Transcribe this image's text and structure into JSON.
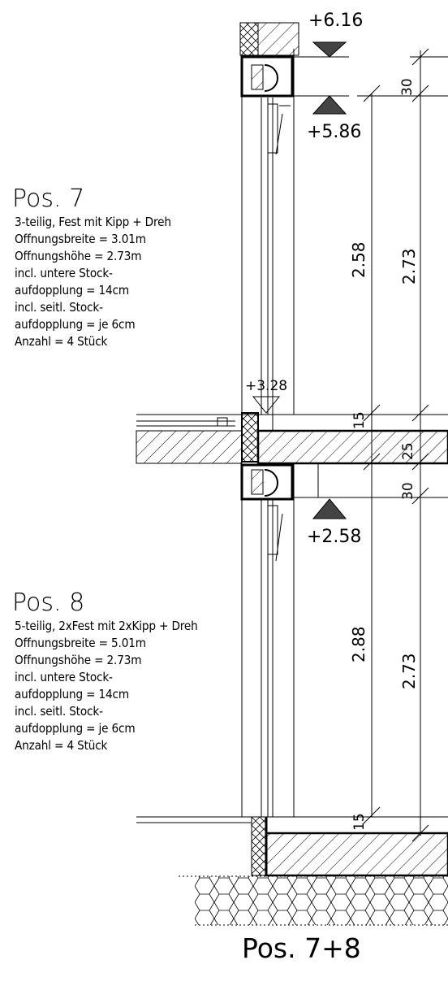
{
  "elevations": {
    "top": "+6.16",
    "sill_upper": "+5.86",
    "floor": "+3.28",
    "sill_lower": "+2.58"
  },
  "dimensions": {
    "d30_top": "30",
    "d258": "2.58",
    "d273_upper": "2.73",
    "d15_mid": "15",
    "d25": "25",
    "d30_mid": "30",
    "d288": "2.88",
    "d273_lower": "2.73",
    "d15_bottom": "15"
  },
  "pos7": {
    "title": "Pos. 7",
    "lines": [
      "3-teilig, Fest mit Kipp + Dreh",
      "Offnungsbreite = 3.01m",
      "Offnungshöhe = 2.73m",
      "incl. untere Stock-",
      "aufdopplung = 14cm",
      "incl. seitl. Stock-",
      "aufdopplung = je 6cm",
      "Anzahl = 4 Stück"
    ]
  },
  "pos8": {
    "title": "Pos. 8",
    "lines": [
      "5-teilig, 2xFest mit 2xKipp + Dreh",
      "Offnungsbreite = 5.01m",
      "Offnungshöhe = 2.73m",
      "incl. untere Stock-",
      "aufdopplung = 14cm",
      "incl. seitl. Stock-",
      "aufdopplung = je 6cm",
      "Anzahl = 4 Stück"
    ]
  },
  "caption": "Pos. 7+8"
}
